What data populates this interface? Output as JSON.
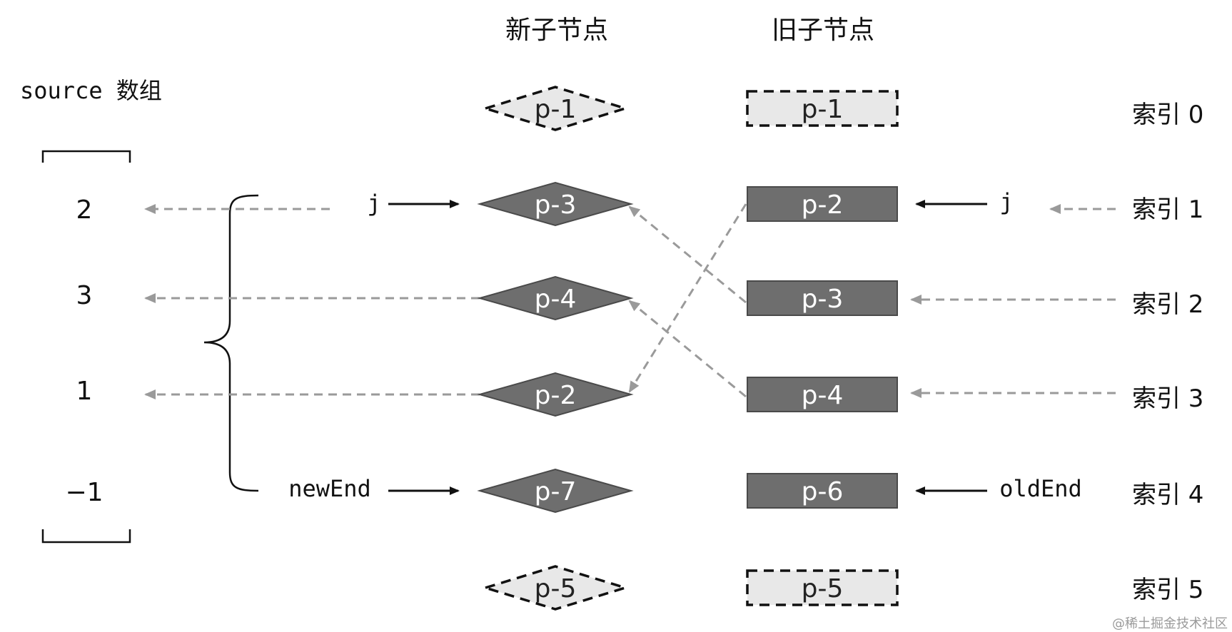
{
  "headers": {
    "new_children": "新子节点",
    "old_children": "旧子节点",
    "source_array": "source 数组"
  },
  "source_values": [
    "2",
    "3",
    "1",
    "−1"
  ],
  "new_nodes": [
    {
      "label": "p-1",
      "style": "dashed"
    },
    {
      "label": "p-3",
      "style": "solid"
    },
    {
      "label": "p-4",
      "style": "solid"
    },
    {
      "label": "p-2",
      "style": "solid"
    },
    {
      "label": "p-7",
      "style": "solid"
    },
    {
      "label": "p-5",
      "style": "dashed"
    }
  ],
  "old_nodes": [
    {
      "label": "p-1",
      "style": "dashed"
    },
    {
      "label": "p-2",
      "style": "solid"
    },
    {
      "label": "p-3",
      "style": "solid"
    },
    {
      "label": "p-4",
      "style": "solid"
    },
    {
      "label": "p-6",
      "style": "solid"
    },
    {
      "label": "p-5",
      "style": "dashed"
    }
  ],
  "index_labels": [
    "索引 0",
    "索引 1",
    "索引 2",
    "索引 3",
    "索引 4",
    "索引 5"
  ],
  "pointers": {
    "new_j": "j",
    "new_end": "newEnd",
    "old_j": "j",
    "old_end": "oldEnd"
  },
  "watermark": "@稀土掘金技术社区",
  "colors": {
    "node_fill": "#6e6e6e",
    "node_stroke": "#4a4a4a",
    "dashed_fill": "#e8e8e8",
    "dashed_stroke": "#111111",
    "arrow_dashed": "#9a9a9a",
    "arrow_solid": "#111111"
  }
}
